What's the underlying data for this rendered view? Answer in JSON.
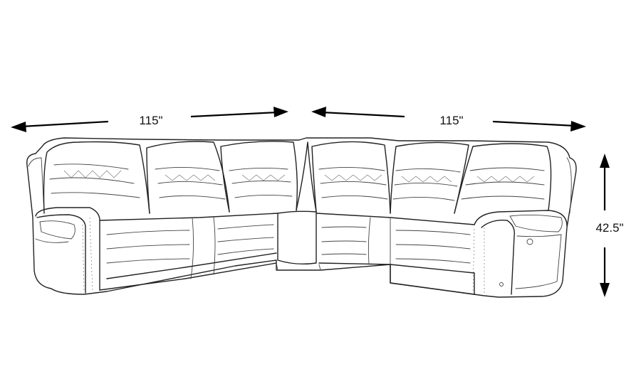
{
  "dimensions": {
    "left_width": "115\"",
    "right_width": "115\"",
    "height": "42.5\""
  }
}
